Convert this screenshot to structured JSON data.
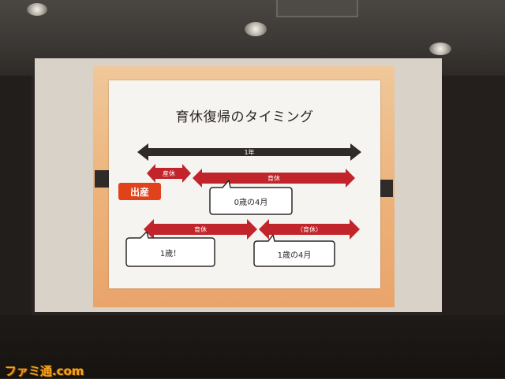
{
  "slide": {
    "title": "育休復帰のタイミング",
    "birth_label": "出産",
    "arrows": {
      "one_year": "1年",
      "maternity_leave": "産休",
      "childcare_leave_1": "育休",
      "childcare_leave_2": "育休",
      "childcare_leave_paren": "（育休）"
    },
    "callouts": {
      "age_0_4": "0歳の4月",
      "age_1": "1歳！",
      "age_1_4": "1歳の4月"
    }
  },
  "colors": {
    "arrow_dark": "#2f2b28",
    "arrow_red": "#c1242a",
    "badge_orange": "#e0431b"
  },
  "watermark": {
    "text": "ファミ通.com"
  }
}
